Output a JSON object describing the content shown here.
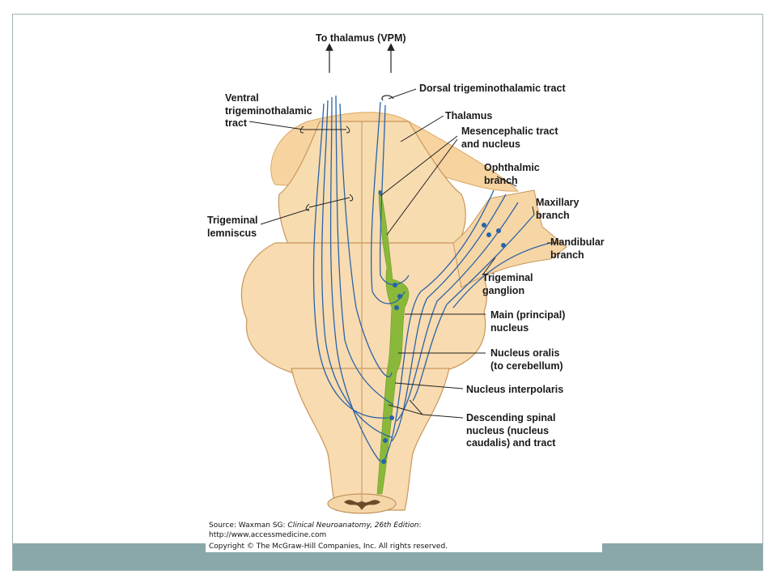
{
  "labels": {
    "to_thalamus": "To thalamus (VPM)",
    "dorsal_tract": "Dorsal trigeminothalamic tract",
    "ventral_tract": "Ventral\ntrigeminothalamic\ntract",
    "thalamus": "Thalamus",
    "mesencephalic": "Mesencephalic tract\nand nucleus",
    "ophthalmic": "Ophthalmic\nbranch",
    "maxillary": "Maxillary\nbranch",
    "mandibular": "Mandibular\nbranch",
    "trigeminal_lemniscus": "Trigeminal\nlemniscus",
    "trigeminal_ganglion": "Trigeminal\nganglion",
    "main_nucleus": "Main (principal)\nnucleus",
    "nucleus_oralis": "Nucleus oralis\n(to cerebellum)",
    "nucleus_interpolaris": "Nucleus interpolaris",
    "descending_spinal": "Descending spinal\nnucleus (nucleus\ncaudalis) and tract"
  },
  "source": {
    "prefix": "Source: Waxman SG: ",
    "title": "Clinical Neuroanatomy, 26th Edition",
    "suffix": ":",
    "url": "http://www.accessmedicine.com",
    "copyright": "Copyright © The McGraw-Hill Companies, Inc. All rights reserved."
  },
  "colors": {
    "brainstem_fill": "#f7d9a8",
    "brainstem_outline": "#c9965a",
    "nerve_blue": "#2a63a8",
    "nucleus_green": "#8ab83a",
    "label_text": "#1a1a1a",
    "band": "#8aa8aa"
  }
}
